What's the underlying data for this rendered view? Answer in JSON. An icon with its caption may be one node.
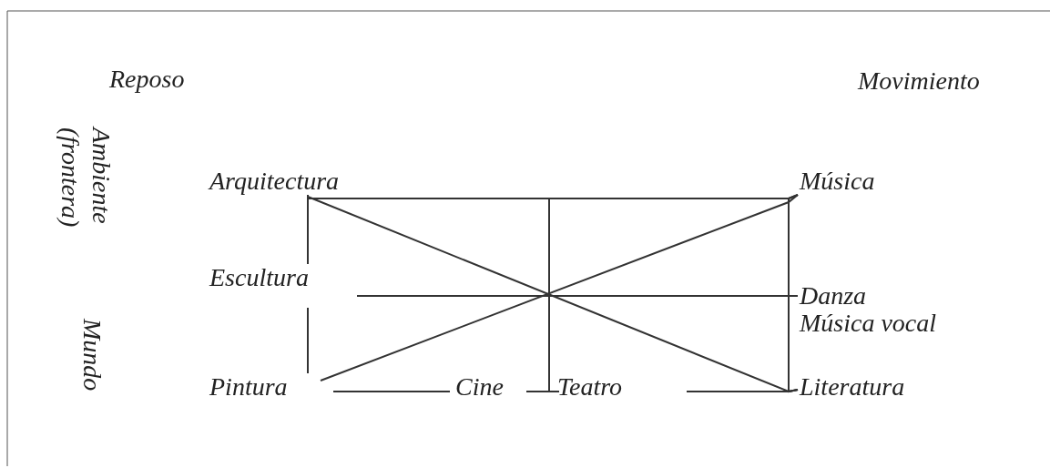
{
  "diagram": {
    "nodes": [
      {
        "text": [
          "Arquitectura"
        ]
      },
      {
        "text": [
          "Música"
        ]
      },
      {
        "text": [
          "Escultura"
        ]
      },
      {
        "text": [
          "Danza",
          "Música vocal"
        ]
      },
      {
        "text": [
          "Pintura"
        ]
      },
      {
        "text": [
          "Cine"
        ]
      },
      {
        "text": [
          "Teatro"
        ]
      },
      {
        "text": [
          "Literatura"
        ]
      }
    ],
    "edges": [
      {
        "from": 0,
        "to": 1,
        "arrow": "none"
      },
      {
        "from": 0,
        "to": 2,
        "arrow": "none"
      },
      {
        "from": 2,
        "to": 4,
        "arrow": "none"
      },
      {
        "from": 1,
        "to": 7,
        "arrow": "none"
      },
      {
        "from": 0,
        "to": 7,
        "arrow": "none"
      },
      {
        "from": 1,
        "to": 4,
        "arrow": "none"
      },
      {
        "from": 2,
        "to": 3,
        "arrow": "none"
      },
      {
        "from": 4,
        "to": 5,
        "arrow": "none"
      },
      {
        "from": 5,
        "to": 6,
        "arrow": "none"
      },
      {
        "from": 6,
        "to": 7,
        "arrow": "none"
      }
    ],
    "labels": [
      "Reposo",
      "Movimiento",
      "Ambiente (frontera)",
      "Mundo"
    ]
  }
}
